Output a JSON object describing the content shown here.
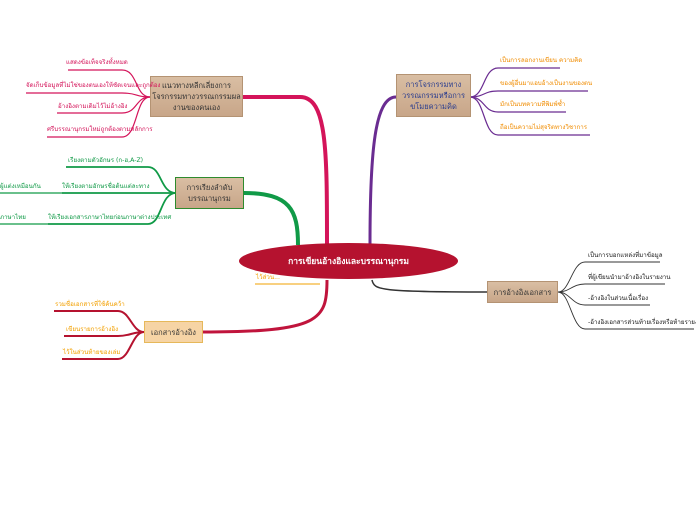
{
  "central": "การเขียนอ้างอิงและบรรณานุกรม",
  "topics": {
    "guidelines": "แนวทางหลีกเลี่ยงการโจรกรรมทางวรรณกรรมผลงานของคนเอง",
    "plagiarism": "การโจรกรรมทางวรรณกรรมหรือการขโมยความคิด",
    "ordering": "การเรียงลำดับบรรณานุกรม",
    "citation": "การอ้างอิงเอกสาร",
    "references": "เอกสารอ้างอิง"
  },
  "guidelines_items": [
    "แสดงข้อเท็จจริงทั้งหมด",
    "จัดเก็บข้อมูลที่ไม่ใช่ของตนเองให้ชัดเจนและถูกต้อง",
    "อ้างอิงตามเดิมไว้ไม่อ้างอิง",
    "ศรีบรรณานุกรมใหม่ถูกต้องตามหลักการ"
  ],
  "plagiarism_items": [
    "เป็นการลอกงานเขียน ความคิด",
    "ของผู้อื่นมาแอบอ้างเป็นงานของตน",
    "มักเป็นบทความทีพิมพ์ซ้ำ",
    "ถือเป็นความไม่สุจริตทางวิชาการ"
  ],
  "ordering_items": [
    "เรียงตามตัวอักษร (ก-ฮ,A-Z)",
    "ให้เรียงตามอักษรชื่อต้นแต่ละทาง",
    "ให้เรียงเอกสารภาษาไทยก่อนภาษาต่างประเทศ"
  ],
  "ordering_sub": [
    "ผู้แต่งเหมือนกัน",
    "ภาษาไทย"
  ],
  "citation_items": [
    "เป็นการบอกแหล่งที่มาข้อมูล",
    "ที่ผู้เขียนนำมาอ้างอิงในรายงาน",
    "-อ้างอิงในส่วนเนื้อเรื่อง",
    "-อ้างอิงเอกสารส่วนท้ายเรื่องหรือท้ายรายงาน"
  ],
  "references_items": [
    "รวมชื่อเอกสารที่ใช้ค้นคว้า",
    "เขียนรายการอ้างอิง",
    "ไว้ในส่วนท้ายของเล่ม"
  ],
  "under_central": "ไว้ส่วน...",
  "colors": {
    "pink": "#d4145a",
    "purple": "#6a2c91",
    "green": "#109a47",
    "dark": "#333333",
    "crimson": "#b5122f",
    "orange": "#f08c00",
    "amber": "#f2a000"
  }
}
